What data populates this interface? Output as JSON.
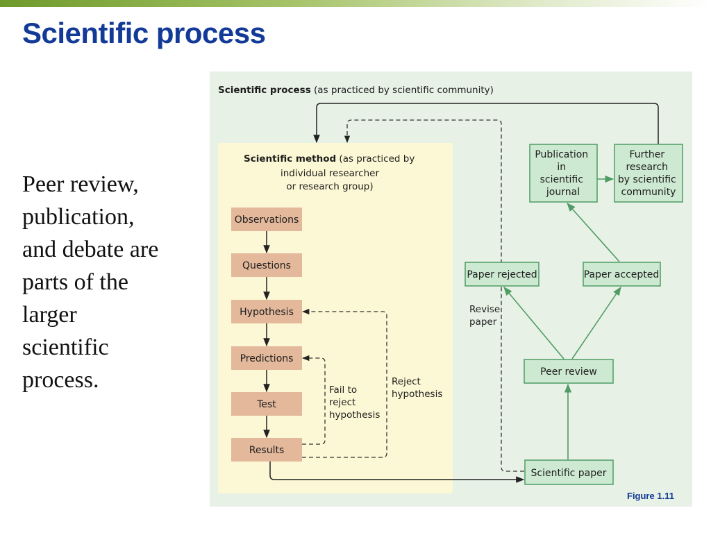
{
  "slide": {
    "title": "Scientific process",
    "body_lines": [
      "Peer review,",
      "publication,",
      "and debate are",
      "parts of the",
      "larger",
      "scientific",
      "process."
    ],
    "figure_caption": "Figure 1.11"
  },
  "diagram": {
    "title_bold": "Scientific process",
    "title_rest": " (as practiced by scientific community)",
    "method": {
      "title_bold": "Scientific method",
      "title_rest": " (as practiced by",
      "title_line2": "individual researcher",
      "title_line3": "or research group)",
      "steps": [
        "Observations",
        "Questions",
        "Hypothesis",
        "Predictions",
        "Test",
        "Results"
      ],
      "fail_label": [
        "Fail to",
        "reject",
        "hypothesis"
      ],
      "reject_label": [
        "Reject",
        "hypothesis"
      ]
    },
    "community": {
      "scientific_paper": "Scientific paper",
      "peer_review": "Peer review",
      "paper_rejected": "Paper rejected",
      "paper_accepted": "Paper accepted",
      "publication": [
        "Publication",
        "in",
        "scientific",
        "journal"
      ],
      "further_research": [
        "Further",
        "research",
        "by scientific",
        "community"
      ],
      "revise_label": [
        "Revise",
        "paper"
      ]
    },
    "colors": {
      "panel_bg": "#e7f1e6",
      "method_bg": "#fcf7d4",
      "step_fill": "#e3b89b",
      "green_box": "#cde9d1",
      "green_line": "#4f9c64",
      "title_blue": "#123a96"
    }
  }
}
